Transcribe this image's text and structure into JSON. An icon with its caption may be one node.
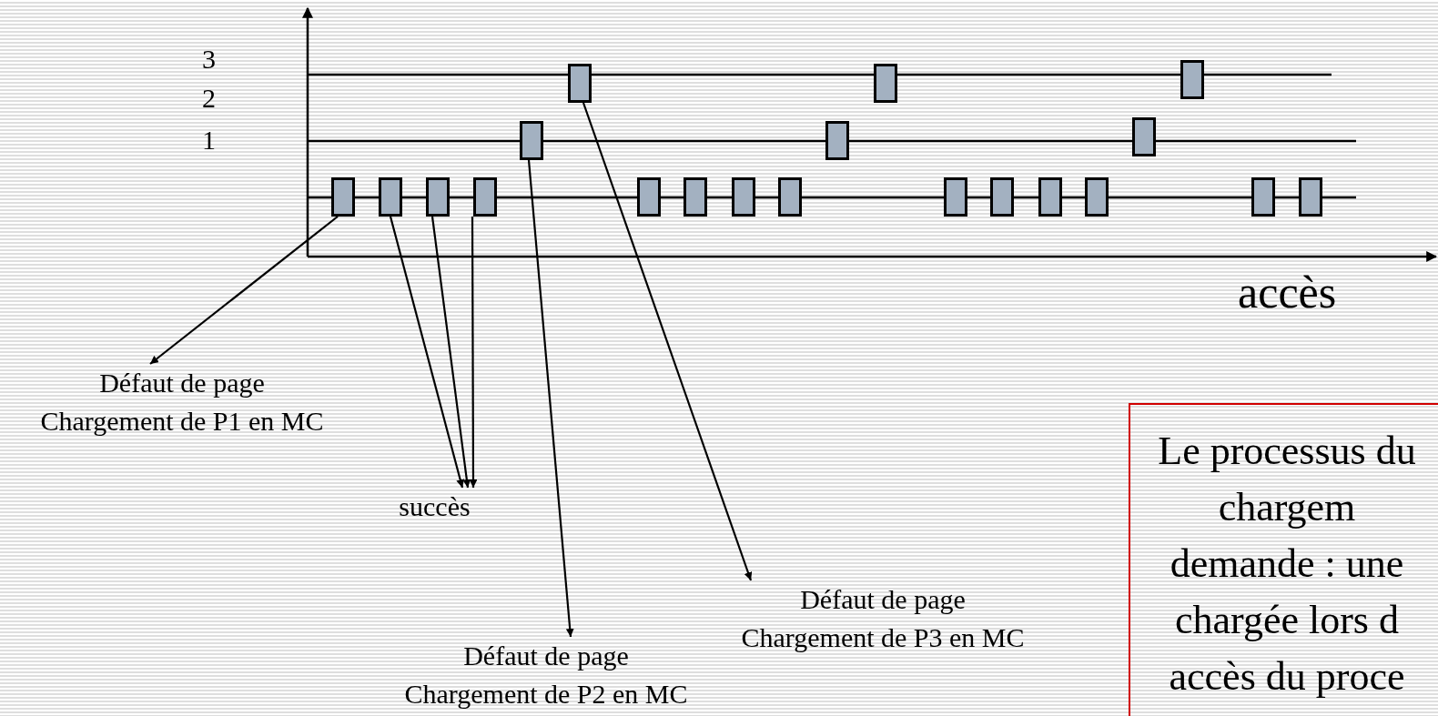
{
  "diagram": {
    "nodes": [
      {
        "text": [],
        "shape": "box"
      },
      {
        "text": [],
        "shape": "box"
      },
      {
        "text": [],
        "shape": "box"
      },
      {
        "text": [],
        "shape": "box"
      },
      {
        "text": [],
        "shape": "box"
      },
      {
        "text": [],
        "shape": "box"
      },
      {
        "text": [],
        "shape": "box"
      },
      {
        "text": [],
        "shape": "box"
      },
      {
        "text": [],
        "shape": "box"
      },
      {
        "text": [],
        "shape": "box"
      },
      {
        "text": [],
        "shape": "box"
      },
      {
        "text": [],
        "shape": "box"
      },
      {
        "text": [],
        "shape": "box"
      },
      {
        "text": [],
        "shape": "box"
      },
      {
        "text": [],
        "shape": "box"
      },
      {
        "text": [],
        "shape": "box"
      },
      {
        "text": [],
        "shape": "box"
      },
      {
        "text": [],
        "shape": "box"
      },
      {
        "text": [],
        "shape": "box"
      },
      {
        "text": [],
        "shape": "box"
      },
      {
        "text": [
          "Défaut de page",
          "Chargement de P1 en MC"
        ]
      },
      {
        "text": [
          "succès"
        ]
      },
      {
        "text": [
          "Défaut de page",
          "Chargement de P2 en MC"
        ]
      },
      {
        "text": [
          "Défaut de page",
          "Chargement de P3 en MC"
        ]
      },
      {
        "text": [
          "Le processus du chargem demande : une chargée lors d accès du proce"
        ]
      }
    ],
    "edges": [
      {
        "from": 6,
        "to": 20,
        "arrow": "to"
      },
      {
        "from": 7,
        "to": 21,
        "arrow": "to"
      },
      {
        "from": 8,
        "to": 21,
        "arrow": "to"
      },
      {
        "from": 9,
        "to": 21,
        "arrow": "to"
      },
      {
        "from": 3,
        "to": 22,
        "arrow": "to"
      },
      {
        "from": 0,
        "to": 23,
        "arrow": "to"
      }
    ],
    "labels": [
      "3",
      "2",
      "1",
      "accès"
    ]
  }
}
